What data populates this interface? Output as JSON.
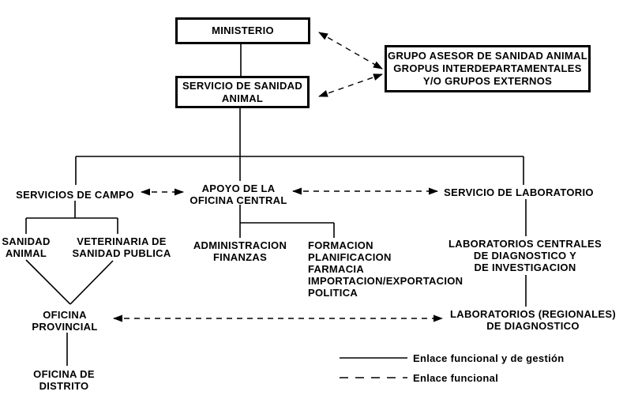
{
  "nodes": {
    "ministerio": {
      "lines": [
        "MINISTERIO"
      ]
    },
    "servicio_sanidad_animal": {
      "lines": [
        "SERVICIO DE SANIDAD",
        "ANIMAL"
      ]
    },
    "grupo_asesor": {
      "lines": [
        "GRUPO ASESOR DE SANIDAD ANIMAL",
        "GROPUS INTERDEPARTAMENTALES",
        "Y/O GRUPOS EXTERNOS"
      ]
    },
    "servicios_de_campo": {
      "lines": [
        "SERVICIOS DE CAMPO"
      ]
    },
    "apoyo_oficina_central": {
      "lines": [
        "APOYO DE LA",
        "OFICINA CENTRAL"
      ]
    },
    "servicio_de_laboratorio": {
      "lines": [
        "SERVICIO DE LABORATORIO"
      ]
    },
    "sanidad_animal": {
      "lines": [
        "SANIDAD",
        "ANIMAL"
      ]
    },
    "veterinaria_sanidad_publica": {
      "lines": [
        "VETERINARIA DE",
        "SANIDAD PUBLICA"
      ]
    },
    "administracion_finanzas": {
      "lines": [
        "ADMINISTRACION",
        "FINANZAS"
      ]
    },
    "funciones_oficina_central": {
      "lines": [
        "FORMACION",
        "PLANIFICACION",
        "FARMACIA",
        "IMPORTACION/EXPORTACION",
        "POLITICA"
      ]
    },
    "laboratorios_centrales": {
      "lines": [
        "LABORATORIOS CENTRALES",
        "DE DIAGNOSTICO Y",
        "DE INVESTIGACION"
      ]
    },
    "oficina_provincial": {
      "lines": [
        "OFICINA",
        "PROVINCIAL"
      ]
    },
    "oficina_de_distrito": {
      "lines": [
        "OFICINA DE",
        "DISTRITO"
      ]
    },
    "laboratorios_regionales": {
      "lines": [
        "LABORATORIOS (REGIONALES)",
        "DE DIAGNOSTICO"
      ]
    }
  },
  "legend": {
    "solid_label": "Enlace funcional y de gestión",
    "dashed_label": "Enlace funcional"
  },
  "colors": {
    "ink": "#000000",
    "background": "#ffffff"
  }
}
